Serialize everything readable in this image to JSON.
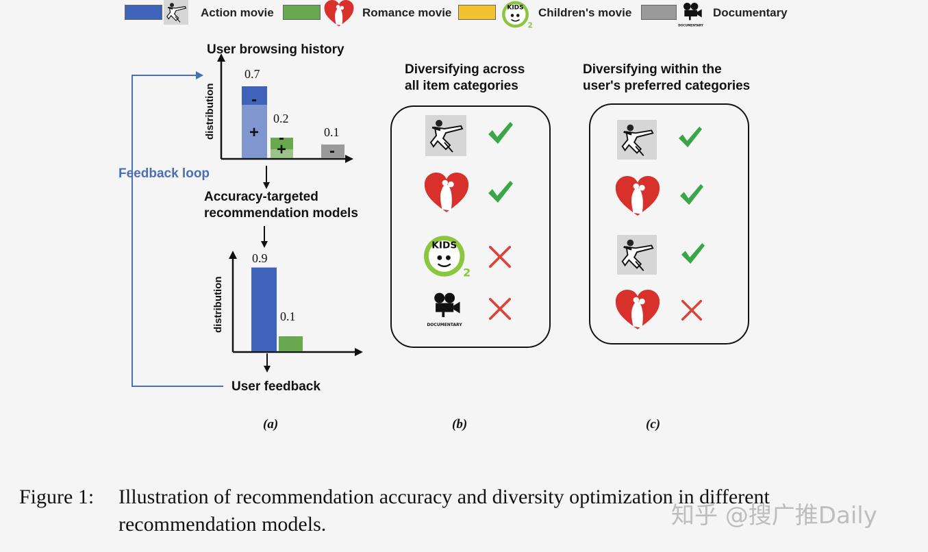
{
  "legend": [
    {
      "label": "Action movie",
      "color": "#3f63b8",
      "icon": "karate-kick-icon"
    },
    {
      "label": "Romance movie",
      "color": "#6aa84f",
      "icon": "heart-couple-icon"
    },
    {
      "label": "Children's movie",
      "color": "#f2c230",
      "icon": "kids-logo-icon"
    },
    {
      "label": "Documentary",
      "color": "#9a9a9a",
      "icon": "film-camera-icon"
    }
  ],
  "panel_a": {
    "history_title": "User browsing history",
    "ylabel": "distribution",
    "history_values": [
      "0.7",
      "0.2",
      "0.1"
    ],
    "signs": {
      "minus": "-",
      "plus": "+"
    },
    "feedback_loop": "Feedback loop",
    "models_title": "Accuracy-targeted recommendation models",
    "models_line1": "Accuracy-targeted",
    "models_line2": "recommendation models",
    "rec_values": [
      "0.9",
      "0.1"
    ],
    "user_feedback": "User feedback",
    "label": "(a)"
  },
  "panel_b": {
    "title_line1": "Diversifying across",
    "title_line2": "all item categories",
    "items": [
      {
        "icon": "karate-kick-icon",
        "mark": "check-icon"
      },
      {
        "icon": "heart-couple-icon",
        "mark": "check-icon"
      },
      {
        "icon": "kids-logo-icon",
        "mark": "cross-icon"
      },
      {
        "icon": "film-camera-icon",
        "mark": "cross-icon"
      }
    ],
    "label": "(b)"
  },
  "panel_c": {
    "title_line1": "Diversifying within the",
    "title_line2": "user's preferred categories",
    "items": [
      {
        "icon": "karate-kick-icon",
        "mark": "check-icon"
      },
      {
        "icon": "heart-couple-icon",
        "mark": "check-icon"
      },
      {
        "icon": "karate-kick-icon",
        "mark": "check-icon"
      },
      {
        "icon": "heart-couple-icon",
        "mark": "cross-icon"
      }
    ],
    "label": "(c)"
  },
  "icon_text": {
    "kids": "KIDS",
    "kids_num": "2",
    "doc": "DOCUMENTARY"
  },
  "caption": {
    "prefix": "Figure 1:",
    "line1": "Illustration of recommendation accuracy and diversity optimization in different",
    "line2": "recommendation models."
  },
  "watermark": "知乎 @搜广推Daily",
  "colors": {
    "action": "#3f63b8",
    "romance": "#6aa84f",
    "children": "#f2c230",
    "documentary": "#9a9a9a",
    "feedback": "#4a6fb5",
    "check": "#3aa648",
    "cross": "#d9453a",
    "heart": "#d8312c"
  }
}
